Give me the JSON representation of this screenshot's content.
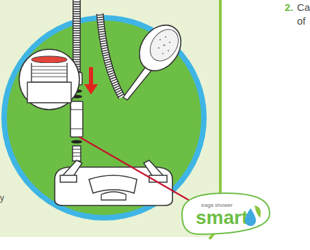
{
  "diagram": {
    "nodes": [
      {
        "text": [
          "eaga shower",
          "smart"
        ]
      }
    ],
    "labels": [
      "2.",
      "Ca",
      "of",
      "y"
    ]
  }
}
